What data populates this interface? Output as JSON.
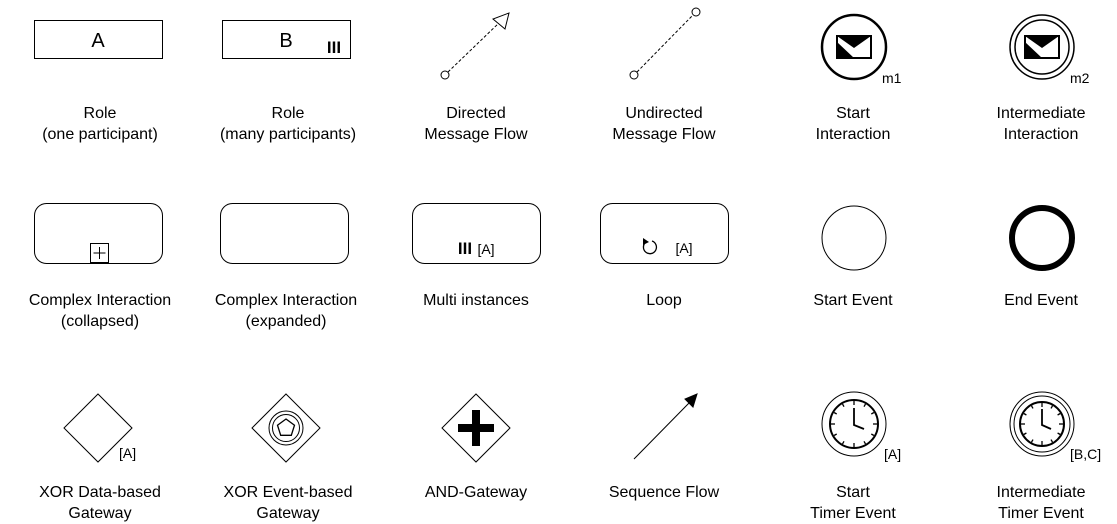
{
  "role_one": {
    "symbol_label": "A",
    "caption_1": "Role",
    "caption_2": "(one participant)"
  },
  "role_many": {
    "symbol_label": "B",
    "marker": "III",
    "caption_1": "Role",
    "caption_2": "(many participants)"
  },
  "directed_flow": {
    "caption_1": "Directed",
    "caption_2": "Message Flow"
  },
  "undirected_flow": {
    "caption_1": "Undirected",
    "caption_2": "Message Flow"
  },
  "start_interaction": {
    "tag": "m1",
    "caption_1": "Start",
    "caption_2": "Interaction"
  },
  "intermediate_interaction": {
    "tag": "m2",
    "caption_1": "Intermediate",
    "caption_2": "Interaction"
  },
  "complex_collapsed": {
    "marker": "+",
    "caption_1": "Complex Interaction",
    "caption_2": "(collapsed)"
  },
  "complex_expanded": {
    "caption_1": "Complex Interaction",
    "caption_2": "(expanded)"
  },
  "multi_instances": {
    "marker": "III",
    "tag": "[A]",
    "caption_1": "Multi instances"
  },
  "loop": {
    "tag": "[A]",
    "caption_1": "Loop"
  },
  "start_event": {
    "caption_1": "Start Event"
  },
  "end_event": {
    "caption_1": "End Event"
  },
  "xor_data": {
    "tag": "[A]",
    "caption_1": "XOR Data-based",
    "caption_2": "Gateway"
  },
  "xor_event": {
    "caption_1": "XOR Event-based",
    "caption_2": "Gateway"
  },
  "and_gateway": {
    "caption_1": "AND-Gateway"
  },
  "sequence_flow": {
    "caption_1": "Sequence Flow"
  },
  "start_timer": {
    "tag": "[A]",
    "caption_1": "Start",
    "caption_2": "Timer Event"
  },
  "intermediate_timer": {
    "tag": "[B,C]",
    "caption_1": "Intermediate",
    "caption_2": "Timer Event"
  }
}
